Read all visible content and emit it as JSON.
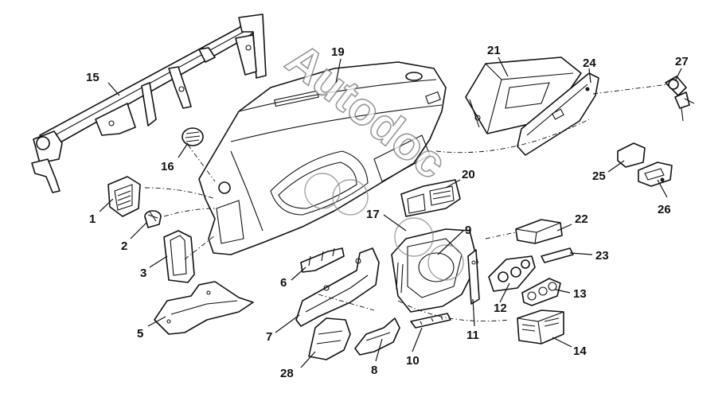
{
  "watermark": {
    "text": "Autodoc"
  },
  "callouts": [
    {
      "id": "1",
      "label": "1"
    },
    {
      "id": "2",
      "label": "2"
    },
    {
      "id": "3",
      "label": "3"
    },
    {
      "id": "5",
      "label": "5"
    },
    {
      "id": "6",
      "label": "6"
    },
    {
      "id": "7",
      "label": "7"
    },
    {
      "id": "8",
      "label": "8"
    },
    {
      "id": "9",
      "label": "9"
    },
    {
      "id": "10",
      "label": "10"
    },
    {
      "id": "11",
      "label": "11"
    },
    {
      "id": "12",
      "label": "12"
    },
    {
      "id": "13",
      "label": "13"
    },
    {
      "id": "14",
      "label": "14"
    },
    {
      "id": "15",
      "label": "15"
    },
    {
      "id": "16",
      "label": "16"
    },
    {
      "id": "17",
      "label": "17"
    },
    {
      "id": "19",
      "label": "19"
    },
    {
      "id": "20",
      "label": "20"
    },
    {
      "id": "21",
      "label": "21"
    },
    {
      "id": "22",
      "label": "22"
    },
    {
      "id": "23",
      "label": "23"
    },
    {
      "id": "24",
      "label": "24"
    },
    {
      "id": "25",
      "label": "25"
    },
    {
      "id": "26",
      "label": "26"
    },
    {
      "id": "27",
      "label": "27"
    },
    {
      "id": "28",
      "label": "28"
    }
  ]
}
